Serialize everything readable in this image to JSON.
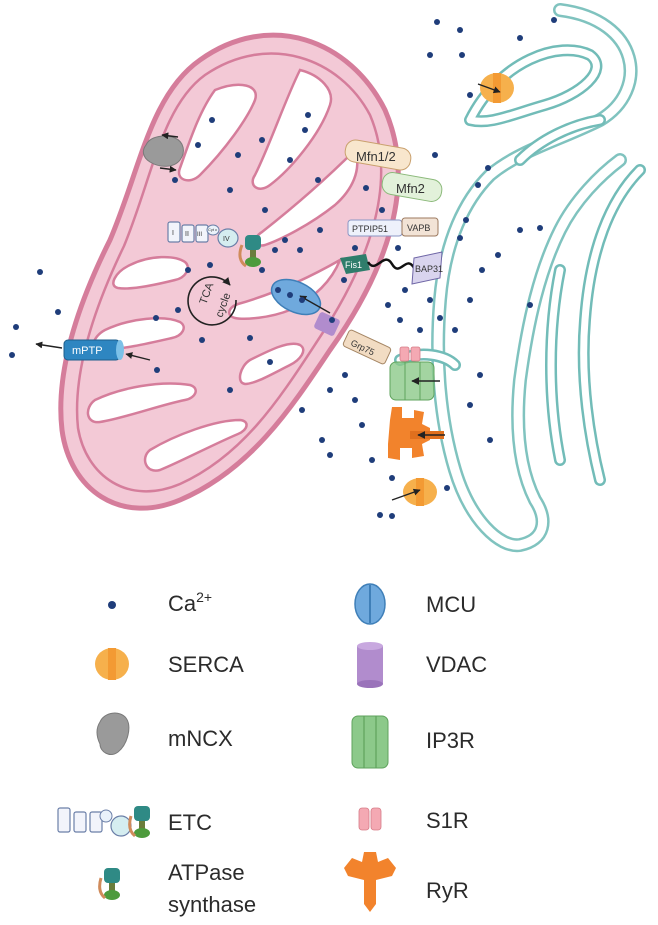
{
  "diagram": {
    "labels": {
      "mfn12": "Mfn1/2",
      "mfn2": "Mfn2",
      "ptpip51": "PTPIP51",
      "vapb": "VAPB",
      "fis1": "Fis1",
      "bap31": "BAP31",
      "grp75": "Grp75",
      "mptp": "mPTP",
      "tca_line1": "TCA",
      "tca_line2": "cycle",
      "complex_1": "I",
      "complex_2": "II",
      "complex_3": "III",
      "complex_cyt": "Cyt c",
      "complex_4": "IV"
    }
  },
  "legend": {
    "items": [
      {
        "icon": "calcium-dot-icon",
        "label": "Ca",
        "superscript": "2+"
      },
      {
        "icon": "serca-icon",
        "label": "SERCA"
      },
      {
        "icon": "mncx-icon",
        "label": "mNCX"
      },
      {
        "icon": "etc-icon",
        "label": "ETC"
      },
      {
        "icon": "atpase-synthase-icon",
        "label_line1": "ATPase",
        "label_line2": "synthase"
      },
      {
        "icon": "mcu-icon",
        "label": "MCU"
      },
      {
        "icon": "vdac-icon",
        "label": "VDAC"
      },
      {
        "icon": "ip3r-icon",
        "label": "IP3R"
      },
      {
        "icon": "s1r-icon",
        "label": "S1R"
      },
      {
        "icon": "ryr-icon",
        "label": "RyR"
      }
    ]
  },
  "colors": {
    "mito_fill": "#f3c9d6",
    "mito_stroke": "#d57d9b",
    "er_stroke": "#72bcb8",
    "calcium": "#1f3d7a",
    "serca": "#f6b04c",
    "mcu": "#6fa9dd",
    "vdac": "#b18ccd",
    "ip3r": "#8cc98a",
    "s1r": "#f4a9b3",
    "ryr": "#f2832c",
    "mptp": "#2e86c1"
  }
}
